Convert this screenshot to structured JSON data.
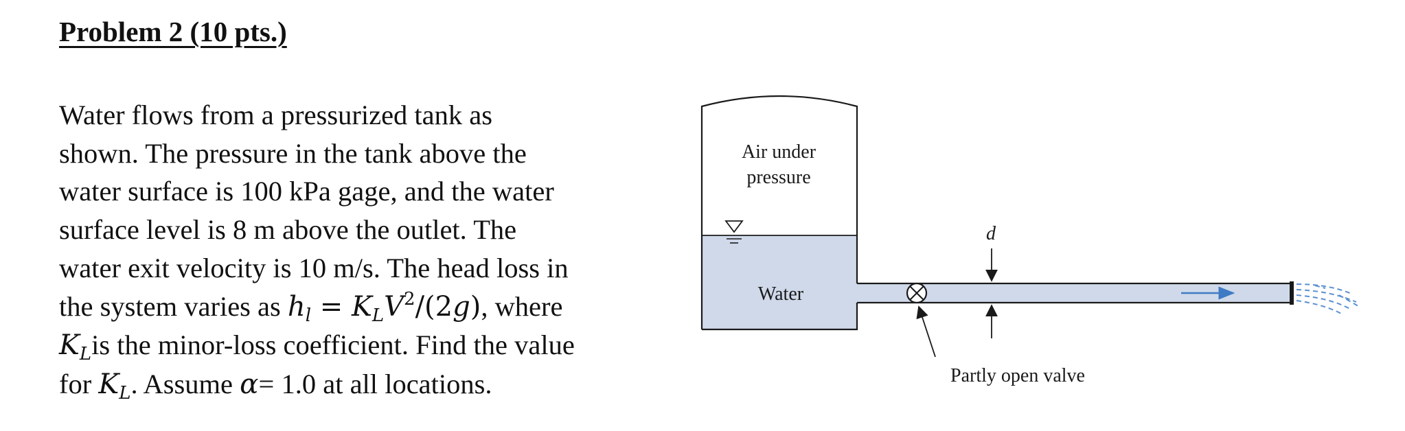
{
  "problem": {
    "title": "Problem 2 (10 pts.)",
    "lines": {
      "l1": "Water flows from a pressurized tank as",
      "l2": "shown. The pressure in the tank above the",
      "l3": "water surface is 100 kPa gage, and the water",
      "l4": "surface level is 8 m above the outlet. The",
      "l5": "water exit velocity is 10 m/s. The head loss in",
      "l6_pre": "the system varies as ",
      "l6_post": ", where",
      "l7_post": "is the minor-loss coefficient. Find the value",
      "l8_pre": "for ",
      "l8_mid": ". Assume ",
      "l8_post": "= 1.0 at all locations."
    },
    "math": {
      "h": "h",
      "h_sub": "l",
      "eq": " = ",
      "K": "K",
      "K_sub": "L",
      "V": "V",
      "V_sup": "2",
      "slash": "/(2",
      "g": "g",
      "close": ")",
      "alpha": "α"
    }
  },
  "figure": {
    "tank_label_1": "Air under",
    "tank_label_2": "pressure",
    "water_label": "Water",
    "diameter_label": "d",
    "valve_label": "Partly open valve",
    "water_fill_color": "#cfd9ea",
    "flow_arrow_color": "#3f7bc4",
    "outline_color": "#1a1a1a"
  }
}
